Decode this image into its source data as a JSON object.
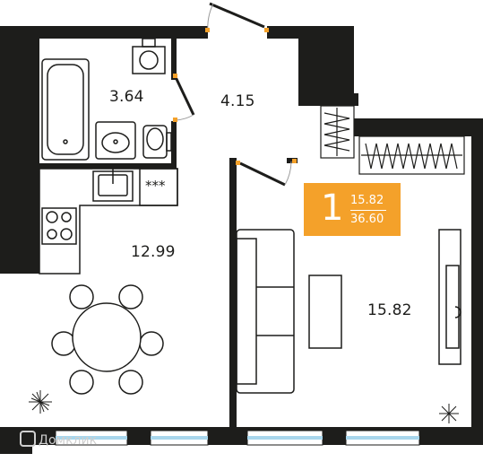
{
  "rooms": {
    "bathroom_area": "3.64",
    "hall_area": "4.15",
    "kitchen_area": "12.99",
    "living_area": "15.82"
  },
  "badge": {
    "room_count": "1",
    "living_area": "15.82",
    "total_area": "36.60"
  },
  "cooktop_symbol": "***",
  "watermark": "Домклик",
  "colors": {
    "wall": "#1d1d1b",
    "accent": "#f4a12a",
    "window": "#a8d6ec",
    "fixture_stroke": "#1d1d1b",
    "door_hinge": "#f4a12a"
  }
}
